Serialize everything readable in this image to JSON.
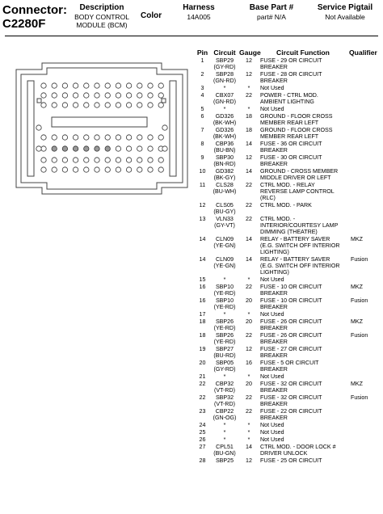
{
  "header": {
    "connector_label": "Connector:",
    "connector_id": "C2280F",
    "description_label": "Description",
    "description_value_1": "BODY CONTROL",
    "description_value_2": "MODULE (BCM)",
    "color_label": "Color",
    "harness_label": "Harness",
    "harness_value": "14A005",
    "base_part_label": "Base Part #",
    "base_part_value": "part# N/A",
    "service_pigtail_label": "Service Pigtail",
    "service_pigtail_value": "Not Available"
  },
  "table": {
    "headers": [
      "Pin",
      "Circuit",
      "Gauge",
      "Circuit Function",
      "Qualifier"
    ],
    "rows": [
      {
        "pin": "1",
        "circuit": [
          "SBP29",
          "(GY-RD)"
        ],
        "gauge": "12",
        "function": [
          "FUSE - 29 OR CIRCUIT",
          "BREAKER"
        ],
        "qualifier": ""
      },
      {
        "pin": "2",
        "circuit": [
          "SBP28",
          "(GN-RD)"
        ],
        "gauge": "12",
        "function": [
          "FUSE - 28 OR CIRCUIT",
          "BREAKER"
        ],
        "qualifier": ""
      },
      {
        "pin": "3",
        "circuit": [
          "*"
        ],
        "gauge": "*",
        "function": [
          "Not Used"
        ],
        "qualifier": ""
      },
      {
        "pin": "4",
        "circuit": [
          "CBX07",
          "(GN-RD)"
        ],
        "gauge": "22",
        "function": [
          "POWER - CTRL MOD.",
          "AMBIENT LIGHTING"
        ],
        "qualifier": ""
      },
      {
        "pin": "5",
        "circuit": [
          "*"
        ],
        "gauge": "*",
        "function": [
          "Not Used"
        ],
        "qualifier": ""
      },
      {
        "pin": "6",
        "circuit": [
          "GD326",
          "(BK-WH)"
        ],
        "gauge": "18",
        "function": [
          "GROUND - FLOOR CROSS",
          "MEMBER REAR LEFT"
        ],
        "qualifier": ""
      },
      {
        "pin": "7",
        "circuit": [
          "GD326",
          "(BK-WH)"
        ],
        "gauge": "18",
        "function": [
          "GROUND - FLOOR CROSS",
          "MEMBER REAR LEFT"
        ],
        "qualifier": ""
      },
      {
        "pin": "8",
        "circuit": [
          "CBP36",
          "(BU-BN)"
        ],
        "gauge": "14",
        "function": [
          "FUSE - 36 OR CIRCUIT",
          "BREAKER"
        ],
        "qualifier": ""
      },
      {
        "pin": "9",
        "circuit": [
          "SBP30",
          "(BN-RD)"
        ],
        "gauge": "12",
        "function": [
          "FUSE - 30 OR CIRCUIT",
          "BREAKER"
        ],
        "qualifier": ""
      },
      {
        "pin": "10",
        "circuit": [
          "GD382",
          "(BK-GY)"
        ],
        "gauge": "14",
        "function": [
          "GROUND - CROSS MEMBER",
          "MIDDLE DRIVER OR LEFT"
        ],
        "qualifier": ""
      },
      {
        "pin": "11",
        "circuit": [
          "CLS28",
          "(BU-WH)"
        ],
        "gauge": "22",
        "function": [
          "CTRL MOD. - RELAY",
          "REVERSE LAMP CONTROL",
          "(RLC)"
        ],
        "qualifier": ""
      },
      {
        "pin": "12",
        "circuit": [
          "CLS05",
          "(BU-GY)"
        ],
        "gauge": "22",
        "function": [
          "CTRL MOD. - PARK"
        ],
        "qualifier": ""
      },
      {
        "pin": "13",
        "circuit": [
          "VLN33",
          "(GY-VT)"
        ],
        "gauge": "22",
        "function": [
          "CTRL MOD. -",
          "INTERIOR/COURTESY LAMP",
          "DIMMING (THEATRE)"
        ],
        "qualifier": ""
      },
      {
        "pin": "14",
        "circuit": [
          "CLN09",
          "(YE-GN)"
        ],
        "gauge": "14",
        "function": [
          "RELAY - BATTERY SAVER",
          "(E.G. SWITCH OFF INTERIOR",
          "LIGHTING)"
        ],
        "qualifier": "MKZ"
      },
      {
        "pin": "14",
        "circuit": [
          "CLN09",
          "(YE-GN)"
        ],
        "gauge": "14",
        "function": [
          "RELAY - BATTERY SAVER",
          "(E.G. SWITCH OFF INTERIOR",
          "LIGHTING)"
        ],
        "qualifier": "Fusion"
      },
      {
        "pin": "15",
        "circuit": [
          "*"
        ],
        "gauge": "*",
        "function": [
          "Not Used"
        ],
        "qualifier": ""
      },
      {
        "pin": "16",
        "circuit": [
          "SBP10",
          "(YE-RD)"
        ],
        "gauge": "22",
        "function": [
          "FUSE - 10 OR CIRCUIT",
          "BREAKER"
        ],
        "qualifier": "MKZ"
      },
      {
        "pin": "16",
        "circuit": [
          "SBP10",
          "(YE-RD)"
        ],
        "gauge": "20",
        "function": [
          "FUSE - 10 OR CIRCUIT",
          "BREAKER"
        ],
        "qualifier": "Fusion"
      },
      {
        "pin": "17",
        "circuit": [
          "*"
        ],
        "gauge": "*",
        "function": [
          "Not Used"
        ],
        "qualifier": ""
      },
      {
        "pin": "18",
        "circuit": [
          "SBP26",
          "(YE-RD)"
        ],
        "gauge": "20",
        "function": [
          "FUSE - 26 OR CIRCUIT",
          "BREAKER"
        ],
        "qualifier": "MKZ"
      },
      {
        "pin": "18",
        "circuit": [
          "SBP26",
          "(YE-RD)"
        ],
        "gauge": "22",
        "function": [
          "FUSE - 26 OR CIRCUIT",
          "BREAKER"
        ],
        "qualifier": "Fusion"
      },
      {
        "pin": "19",
        "circuit": [
          "SBP27",
          "(BU-RD)"
        ],
        "gauge": "12",
        "function": [
          "FUSE - 27 OR CIRCUIT",
          "BREAKER"
        ],
        "qualifier": ""
      },
      {
        "pin": "20",
        "circuit": [
          "SBP05",
          "(GY-RD)"
        ],
        "gauge": "16",
        "function": [
          "FUSE - 5 OR CIRCUIT",
          "BREAKER"
        ],
        "qualifier": ""
      },
      {
        "pin": "21",
        "circuit": [
          "*"
        ],
        "gauge": "*",
        "function": [
          "Not Used"
        ],
        "qualifier": ""
      },
      {
        "pin": "22",
        "circuit": [
          "CBP32",
          "(VT-RD)"
        ],
        "gauge": "20",
        "function": [
          "FUSE - 32 OR CIRCUIT",
          "BREAKER"
        ],
        "qualifier": "MKZ"
      },
      {
        "pin": "22",
        "circuit": [
          "SBP32",
          "(VT-RD)"
        ],
        "gauge": "22",
        "function": [
          "FUSE - 32 OR CIRCUIT",
          "BREAKER"
        ],
        "qualifier": "Fusion"
      },
      {
        "pin": "23",
        "circuit": [
          "CBP22",
          "(GN-OG)"
        ],
        "gauge": "22",
        "function": [
          "FUSE - 22 OR CIRCUIT",
          "BREAKER"
        ],
        "qualifier": ""
      },
      {
        "pin": "24",
        "circuit": [
          "*"
        ],
        "gauge": "*",
        "function": [
          "Not Used"
        ],
        "qualifier": ""
      },
      {
        "pin": "25",
        "circuit": [
          "*"
        ],
        "gauge": "*",
        "function": [
          "Not Used"
        ],
        "qualifier": ""
      },
      {
        "pin": "26",
        "circuit": [
          "*"
        ],
        "gauge": "*",
        "function": [
          "Not Used"
        ],
        "qualifier": ""
      },
      {
        "pin": "27",
        "circuit": [
          "CPL51",
          "(BU-GN)"
        ],
        "gauge": "14",
        "function": [
          "CTRL MOD. - DOOR LOCK #",
          "DRIVER UNLOCK"
        ],
        "qualifier": ""
      },
      {
        "pin": "28",
        "circuit": [
          "SBP25"
        ],
        "gauge": "12",
        "function": [
          "FUSE - 25 OR CIRCUIT"
        ],
        "qualifier": ""
      }
    ]
  }
}
